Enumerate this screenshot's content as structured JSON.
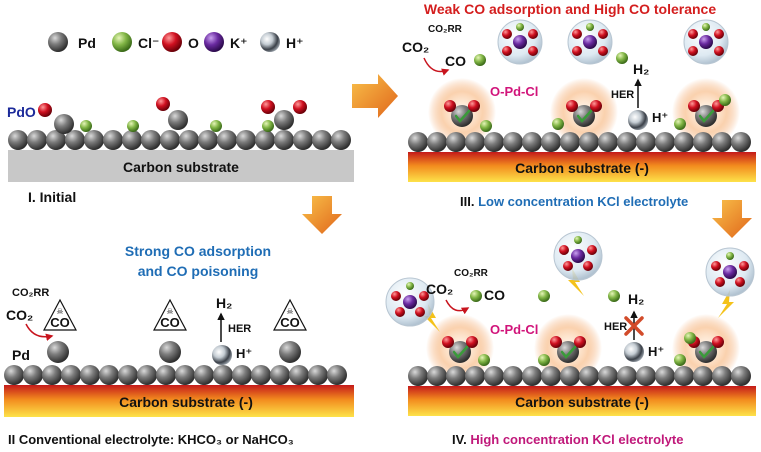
{
  "legend": {
    "items": [
      {
        "label": "Pd",
        "color": "#7a7a7a"
      },
      {
        "label": "Cl⁻",
        "color": "#7fb241"
      },
      {
        "label": "O",
        "color": "#cc1020"
      },
      {
        "label": "K⁺",
        "color": "#6a2aa0"
      },
      {
        "label": "H⁺",
        "color": "#cfd6dc"
      }
    ]
  },
  "colors": {
    "pd": "#7a7a7a",
    "cl": "#7fb241",
    "o": "#cc1020",
    "k": "#6a2aa0",
    "glow": "#f6b27a",
    "arrow": "#ec8a1e",
    "title_red": "#d41e1e",
    "title_blue": "#1f6db5",
    "title_magenta": "#c0187a",
    "label_magenta": "#d1147a",
    "pdo_blue": "#1c2a9a",
    "x_mark": "#d24b2a",
    "check": "#3a9a3a"
  },
  "panel1": {
    "pdo_label": "PdO",
    "substrate_label": "Carbon  substrate",
    "caption": "I. Initial"
  },
  "panel2": {
    "heading_line1": "Strong CO adsorption",
    "heading_line2": "and CO poisoning",
    "co2rr": "CO₂RR",
    "co2": "CO₂",
    "co": "CO",
    "pd_label": "Pd",
    "h2": "H₂",
    "her": "HER",
    "hplus": "H⁺",
    "substrate_label": "Carbon  substrate (-)",
    "caption": "II  Conventional electrolyte: KHCO₃ or NaHCO₃"
  },
  "panel3": {
    "heading": "Weak CO adsorption and High CO tolerance",
    "co2rr": "CO₂RR",
    "co2": "CO₂",
    "co": "CO",
    "h2": "H₂",
    "her": "HER",
    "hplus": "H⁺",
    "site_label": "O-Pd-Cl",
    "substrate_label": "Carbon  substrate (-)",
    "caption_prefix": "III.",
    "caption_text": "Low concentration KCl electrolyte"
  },
  "panel4": {
    "co2rr": "CO₂RR",
    "co2": "CO₂",
    "co": "CO",
    "h2": "H₂",
    "her": "HER",
    "hplus": "H⁺",
    "site_label": "O-Pd-Cl",
    "substrate_label": "Carbon  substrate (-)",
    "caption_prefix": "IV.",
    "caption_text": "High  concentration KCl electrolyte"
  }
}
